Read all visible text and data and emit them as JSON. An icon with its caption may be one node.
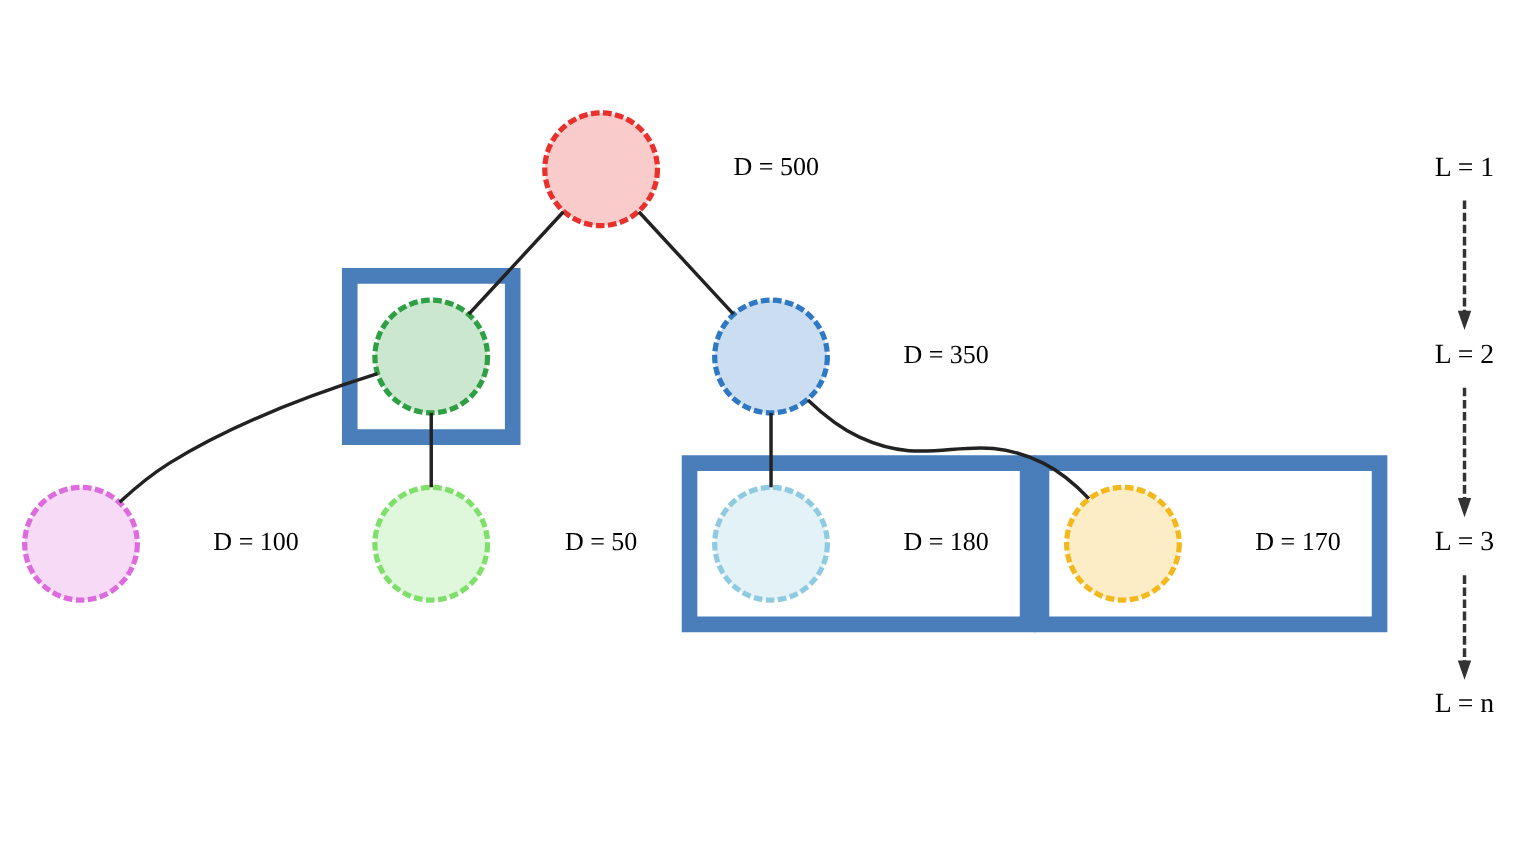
{
  "diagram": {
    "nodes": [
      {
        "text": [],
        "shape": "circle",
        "beside": [
          "D = 500"
        ]
      },
      {
        "text": [],
        "shape": "box"
      },
      {
        "text": [],
        "shape": "circle",
        "in": 1
      },
      {
        "text": [],
        "shape": "circle",
        "beside": [
          "D = 350"
        ]
      },
      {
        "text": [],
        "shape": "circle",
        "beside": [
          "D = 100"
        ]
      },
      {
        "text": [],
        "shape": "circle",
        "beside": [
          "D = 50"
        ]
      },
      {
        "text": [],
        "shape": "box"
      },
      {
        "text": [],
        "shape": "circle",
        "in": 6,
        "beside": [
          "D = 180"
        ]
      },
      {
        "text": [],
        "shape": "box"
      },
      {
        "text": [],
        "shape": "circle",
        "in": 8,
        "beside": [
          "D = 170"
        ]
      }
    ],
    "edges": [
      {
        "from": 0,
        "to": 2,
        "arrow": "none"
      },
      {
        "from": 0,
        "to": 3,
        "arrow": "none"
      },
      {
        "from": 2,
        "to": 4,
        "arrow": "none"
      },
      {
        "from": 2,
        "to": 5,
        "arrow": "none"
      },
      {
        "from": 3,
        "to": 7,
        "arrow": "none"
      },
      {
        "from": 3,
        "to": 9,
        "arrow": "none"
      }
    ],
    "labels": [
      "L = 1",
      "L = 2",
      "L = 3",
      "L = n"
    ]
  }
}
